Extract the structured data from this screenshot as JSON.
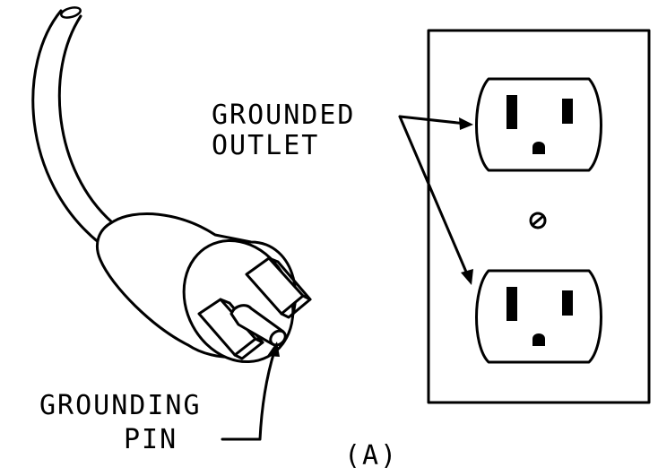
{
  "labels": {
    "outlet_line1": "GROUNDED",
    "outlet_line2": "OUTLET",
    "pin_line1": "GROUNDING",
    "pin_line2": "PIN",
    "figure_tag": "(A)"
  },
  "colors": {
    "ink": "#000000",
    "paper": "#ffffff"
  }
}
